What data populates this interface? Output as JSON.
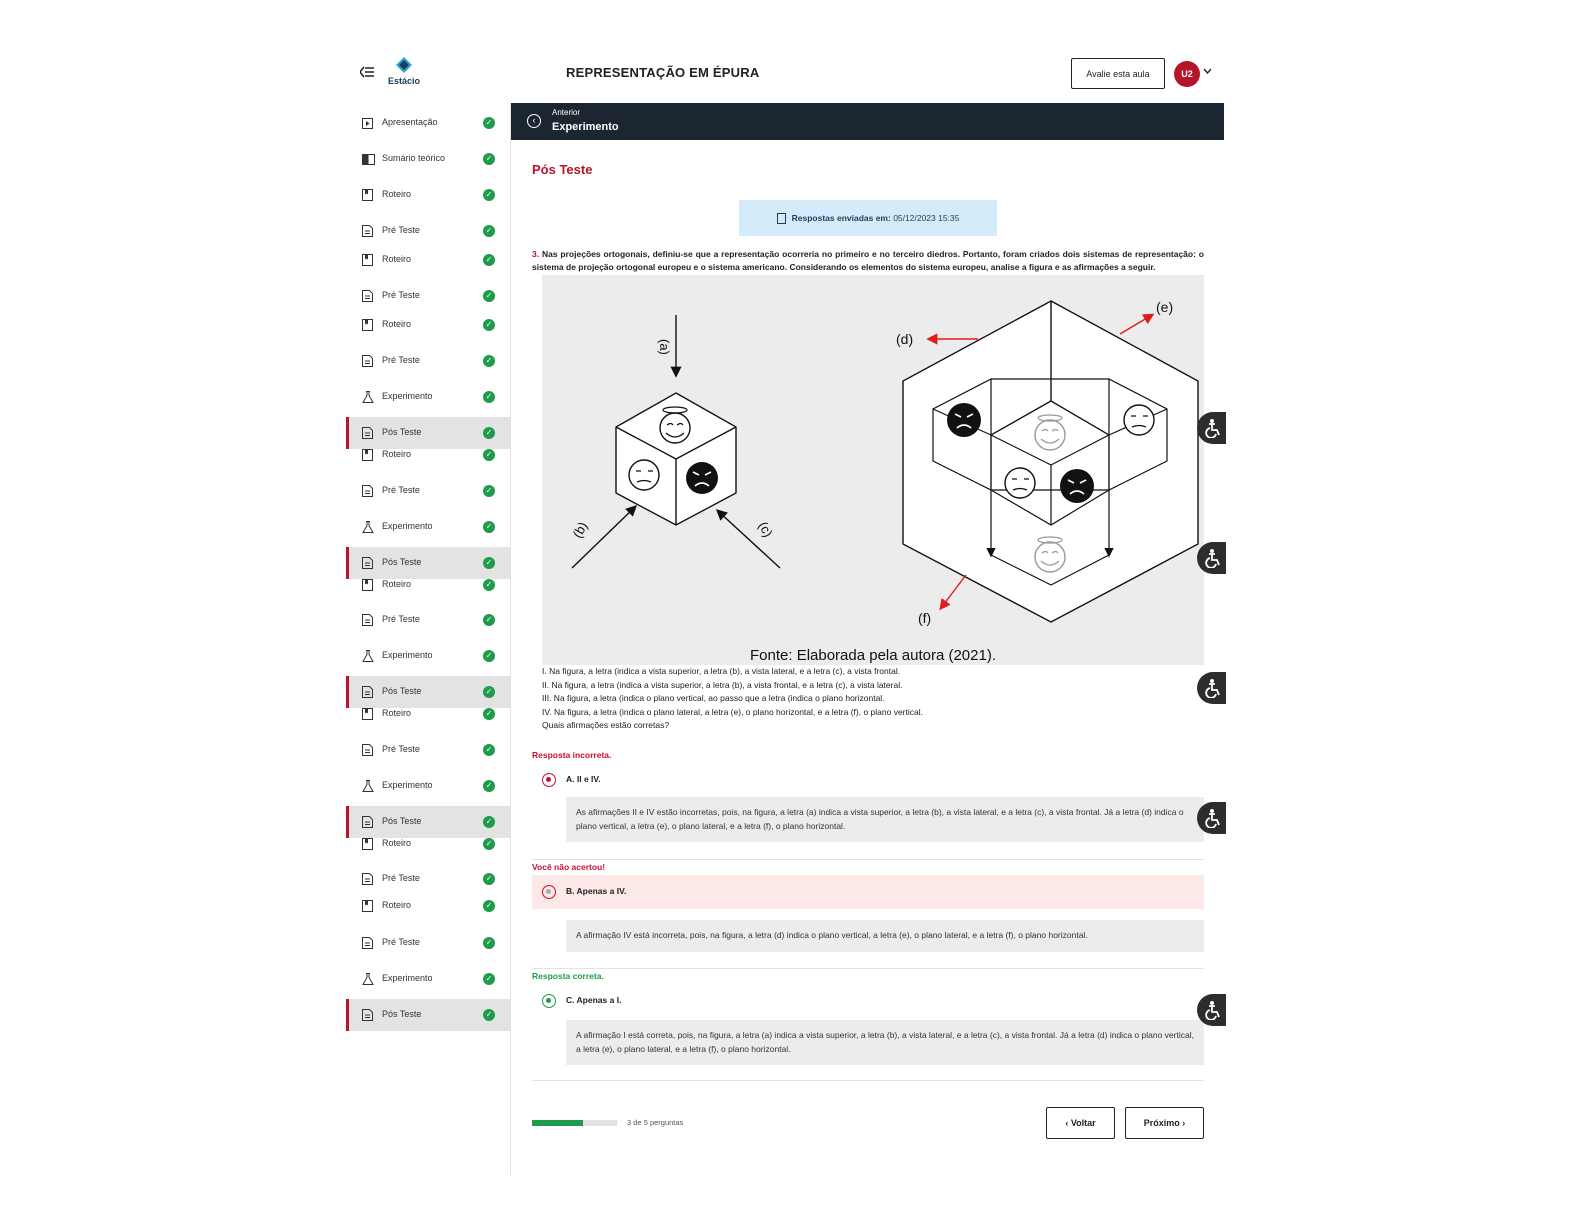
{
  "header": {
    "brand": "Estácio",
    "title": "REPRESENTAÇÃO EM ÉPURA",
    "rate_label": "Avalie esta aula",
    "avatar": "U2"
  },
  "sidebar": {
    "items": [
      {
        "label": "Apresentação",
        "icon": "play-square-icon"
      },
      {
        "label": "Sumário teórico",
        "icon": "book-icon"
      },
      {
        "label": "Roteiro",
        "icon": "bookmark-icon"
      },
      {
        "label": "Pré Teste",
        "icon": "document-icon"
      },
      {
        "label": "Roteiro",
        "icon": "bookmark-icon"
      },
      {
        "label": "Pré Teste",
        "icon": "document-icon"
      },
      {
        "label": "Roteiro",
        "icon": "bookmark-icon"
      },
      {
        "label": "Pré Teste",
        "icon": "document-icon"
      },
      {
        "label": "Experimento",
        "icon": "flask-icon"
      },
      {
        "label": "Pós Teste",
        "icon": "document-icon"
      },
      {
        "label": "Roteiro",
        "icon": "bookmark-icon"
      },
      {
        "label": "Pré Teste",
        "icon": "document-icon"
      },
      {
        "label": "Experimento",
        "icon": "flask-icon"
      },
      {
        "label": "Pós Teste",
        "icon": "document-icon"
      },
      {
        "label": "Roteiro",
        "icon": "bookmark-icon"
      },
      {
        "label": "Pré Teste",
        "icon": "document-icon"
      },
      {
        "label": "Experimento",
        "icon": "flask-icon"
      },
      {
        "label": "Pós Teste",
        "icon": "document-icon"
      },
      {
        "label": "Roteiro",
        "icon": "bookmark-icon"
      },
      {
        "label": "Pré Teste",
        "icon": "document-icon"
      },
      {
        "label": "Experimento",
        "icon": "flask-icon"
      },
      {
        "label": "Pós Teste",
        "icon": "document-icon"
      },
      {
        "label": "Roteiro",
        "icon": "bookmark-icon"
      },
      {
        "label": "Pré Teste",
        "icon": "document-icon"
      },
      {
        "label": "Roteiro",
        "icon": "bookmark-icon"
      },
      {
        "label": "Pré Teste",
        "icon": "document-icon"
      },
      {
        "label": "Experimento",
        "icon": "flask-icon"
      },
      {
        "label": "Pós Teste",
        "icon": "document-icon"
      }
    ]
  },
  "navbar": {
    "prev_label": "Anterior",
    "current_label": "Experimento"
  },
  "main": {
    "section_title": "Pós Teste",
    "sent_label": "Respostas enviadas em:",
    "sent_date": "05/12/2023 15:35",
    "question_number": "3.",
    "question_text": "Nas projeções ortogonais, definiu-se que a representação ocorreria no primeiro e no terceiro diedros. Portanto, foram criados dois sistemas de representação: o sistema de projeção ortogonal europeu e o sistema americano. Considerando os elementos do sistema europeu, analise a figura e as afirmações a seguir.",
    "figure": {
      "caption": "Fonte: Elaborada pela autora (2021).",
      "labels": [
        "(a)",
        "(b)",
        "(c)",
        "(d)",
        "(e)",
        "(f)"
      ]
    },
    "statements": [
      "I. Na figura, a letra (indica a vista superior, a letra (b), a vista lateral, e a letra (c), a vista frontal.",
      "II. Na figura, a letra (indica a vista superior, a letra (b), a vista frontal, e a letra (c), a vista lateral.",
      "III. Na figura, a letra (indica o plano vertical, ao passo que a letra (indica o plano horizontal.",
      "IV. Na figura, a letra (indica o plano lateral, a letra (e), o plano horizontal, e a letra (f), o plano vertical.",
      "Quais afirmações estão corretas?"
    ],
    "answers": [
      {
        "feedback": "Resposta incorreta.",
        "label": "A. II e IV.",
        "explanation": "As afirmações II e IV estão incorretas, pois, na figura, a letra (a) indica a vista superior, a letra (b), a vista lateral, e a letra (c), a vista frontal. Já a letra (d) indica o plano vertical, a letra (e), o plano lateral, e a letra (f), o plano horizontal."
      },
      {
        "feedback": "Você não acertou!",
        "label": "B. Apenas a IV.",
        "explanation": "A afirmação IV está incorreta, pois, na figura, a letra (d) indica o plano vertical, a letra (e), o plano lateral, e a letra (f), o plano horizontal."
      },
      {
        "feedback": "Resposta correta.",
        "label": "C. Apenas a I.",
        "explanation": "A afirmação I está correta, pois, na figura, a letra (a) indica a vista superior, a letra (b), a vista lateral, e a letra (c), a vista frontal. Já a letra (d) indica o plano vertical, a letra (e), o plano lateral, e a letra (f), o plano horizontal."
      }
    ],
    "progress": {
      "current": "3",
      "text": "de 5 perguntas",
      "fraction": 0.6
    },
    "back_label": "Voltar",
    "next_label": "Próximo"
  },
  "colors": {
    "brand_red": "#b5152b",
    "success_green": "#1e9b4b",
    "navbar_bg": "#1c2631",
    "info_blue": "#d4ecf9"
  }
}
